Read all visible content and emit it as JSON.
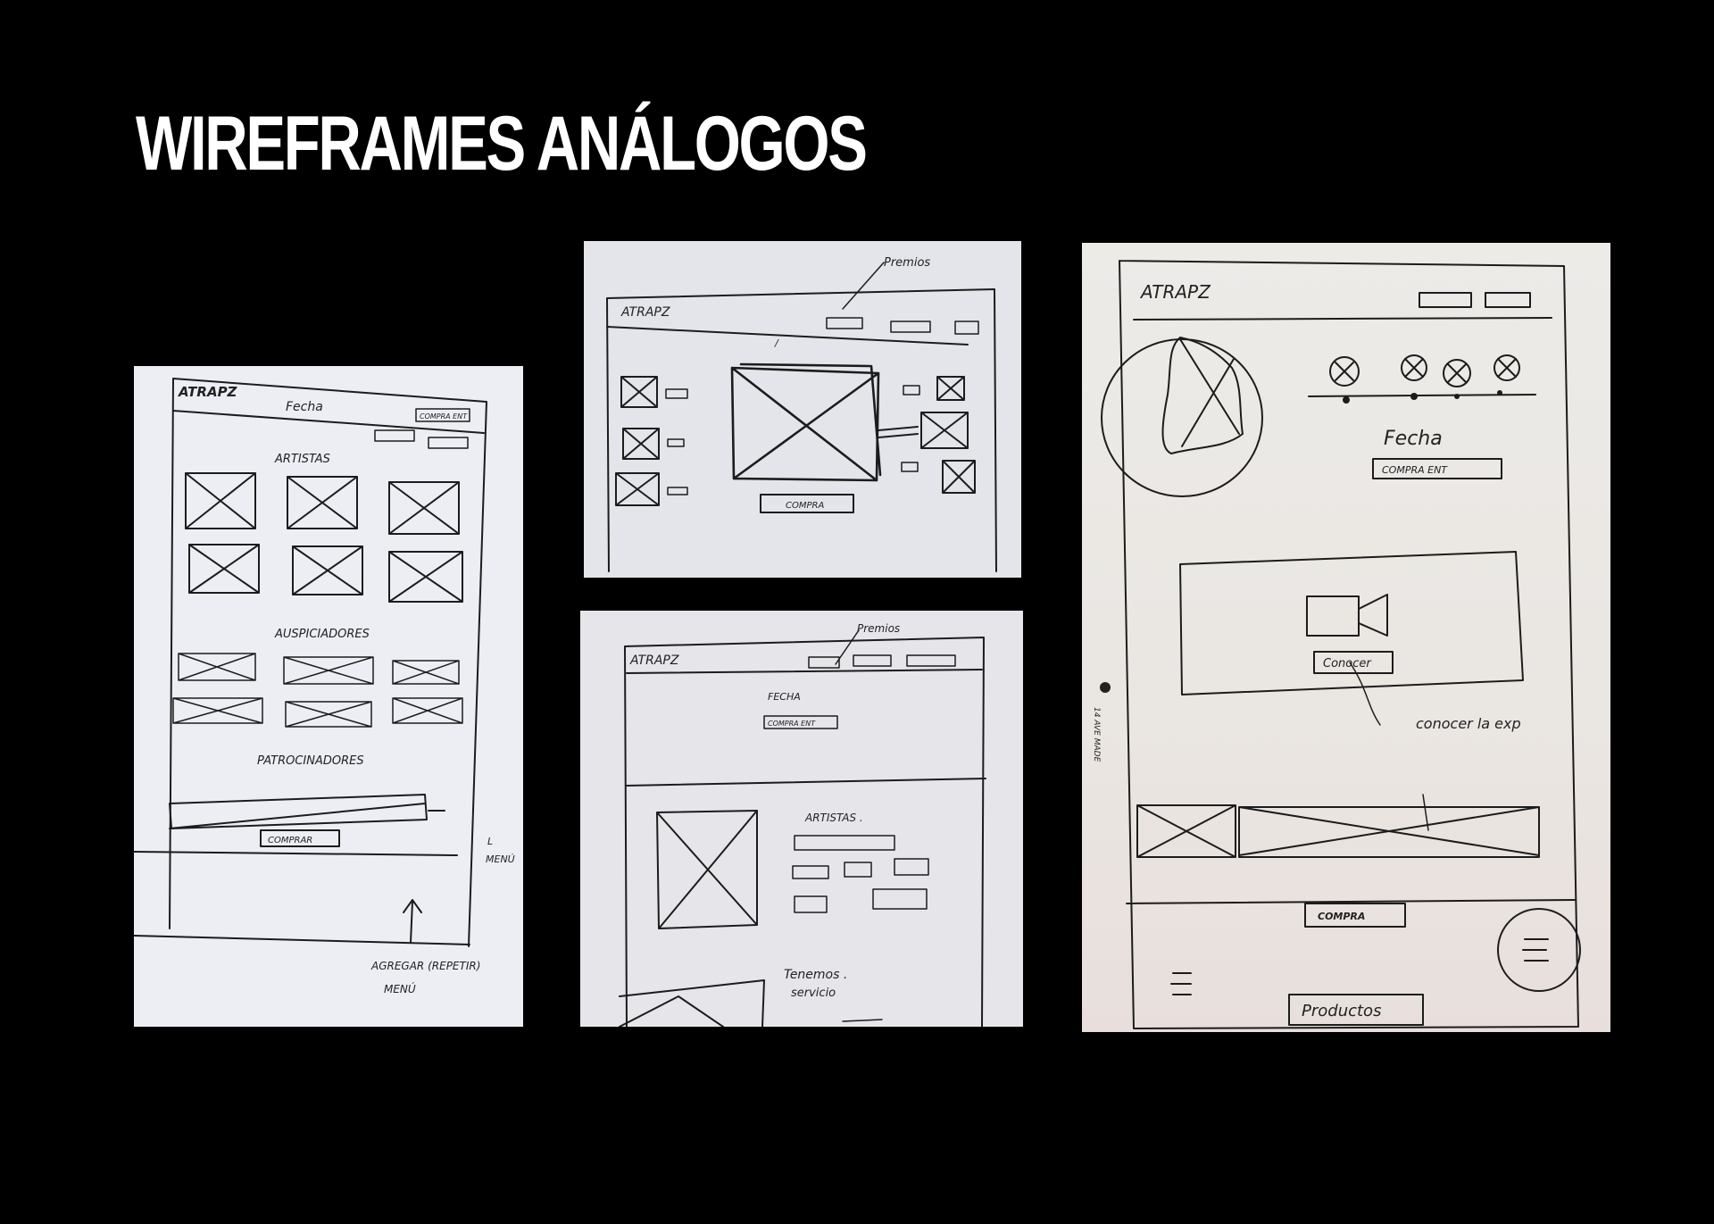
{
  "slide": {
    "title": "WIREFRAMES ANÁLOGOS"
  },
  "sketch_mobile": {
    "logo": "ATRAPZ",
    "date": "Fecha",
    "buy_button": "COMPRA ENT",
    "artists_heading": "ARTISTAS",
    "sponsors_heading": "AUSPICIADORES",
    "patrons_heading": "PATROCINADORES",
    "buy_button_bottom": "COMPRAR",
    "side_note": "MENÚ",
    "side_note_char": "L",
    "annotation_line1": "AGREGAR (REPETIR)",
    "annotation_line2": "MENÚ"
  },
  "sketch_desktop_top": {
    "logo": "ATRAPZ",
    "annotation": "Premios",
    "tick": "/",
    "buy_button": "COMPRA"
  },
  "sketch_desktop_bottom": {
    "logo": "ATRAPZ",
    "annotation": "Premios",
    "date": "FECHA",
    "buy_button": "COMPRA ENT",
    "artists_heading": "ARTISTAS .",
    "services_line1": "Tenemos .",
    "services_line2": "servicio"
  },
  "sketch_tablet": {
    "logo": "ATRAPZ",
    "date": "Fecha",
    "buy_button": "COMPRA ENT",
    "know_button": "Conocer",
    "annotation": "conocer la exp",
    "buy_button_bottom": "COMPRA",
    "products_button": "Productos",
    "side_label": "14 AVE MADE"
  }
}
